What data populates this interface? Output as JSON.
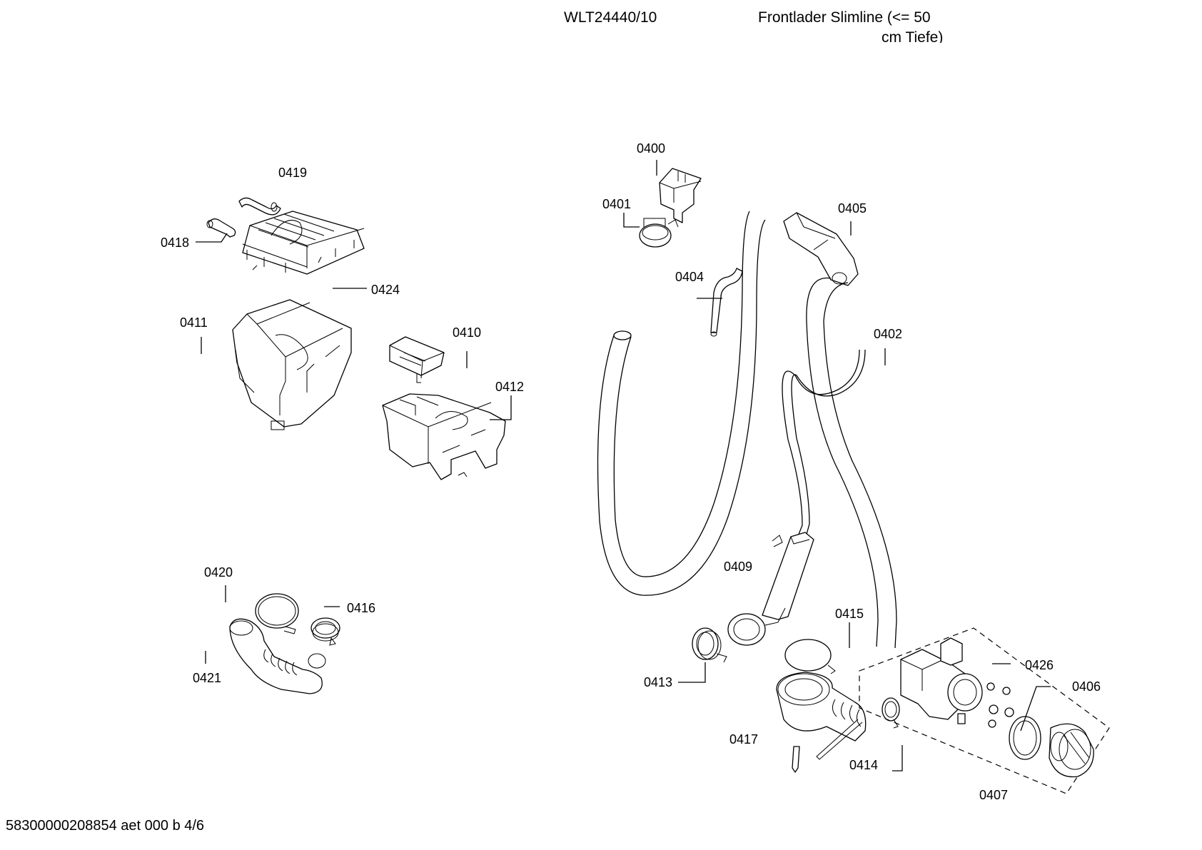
{
  "header": {
    "model": "WLT24440/10",
    "description_line1": "Frontlader Slimline (<= 50",
    "description_line2": "cm Tiefe)"
  },
  "footer": {
    "document_id": "58300000208854 aet 000 b 4/6"
  },
  "labels": {
    "p0400": "0400",
    "p0401": "0401",
    "p0402": "0402",
    "p0404": "0404",
    "p0405": "0405",
    "p0406": "0406",
    "p0407": "0407",
    "p0409": "0409",
    "p0410": "0410",
    "p0411": "0411",
    "p0412": "0412",
    "p0413": "0413",
    "p0414": "0414",
    "p0415": "0415",
    "p0416": "0416",
    "p0417": "0417",
    "p0418": "0418",
    "p0419": "0419",
    "p0420": "0420",
    "p0421": "0421",
    "p0424": "0424",
    "p0426": "0426"
  }
}
